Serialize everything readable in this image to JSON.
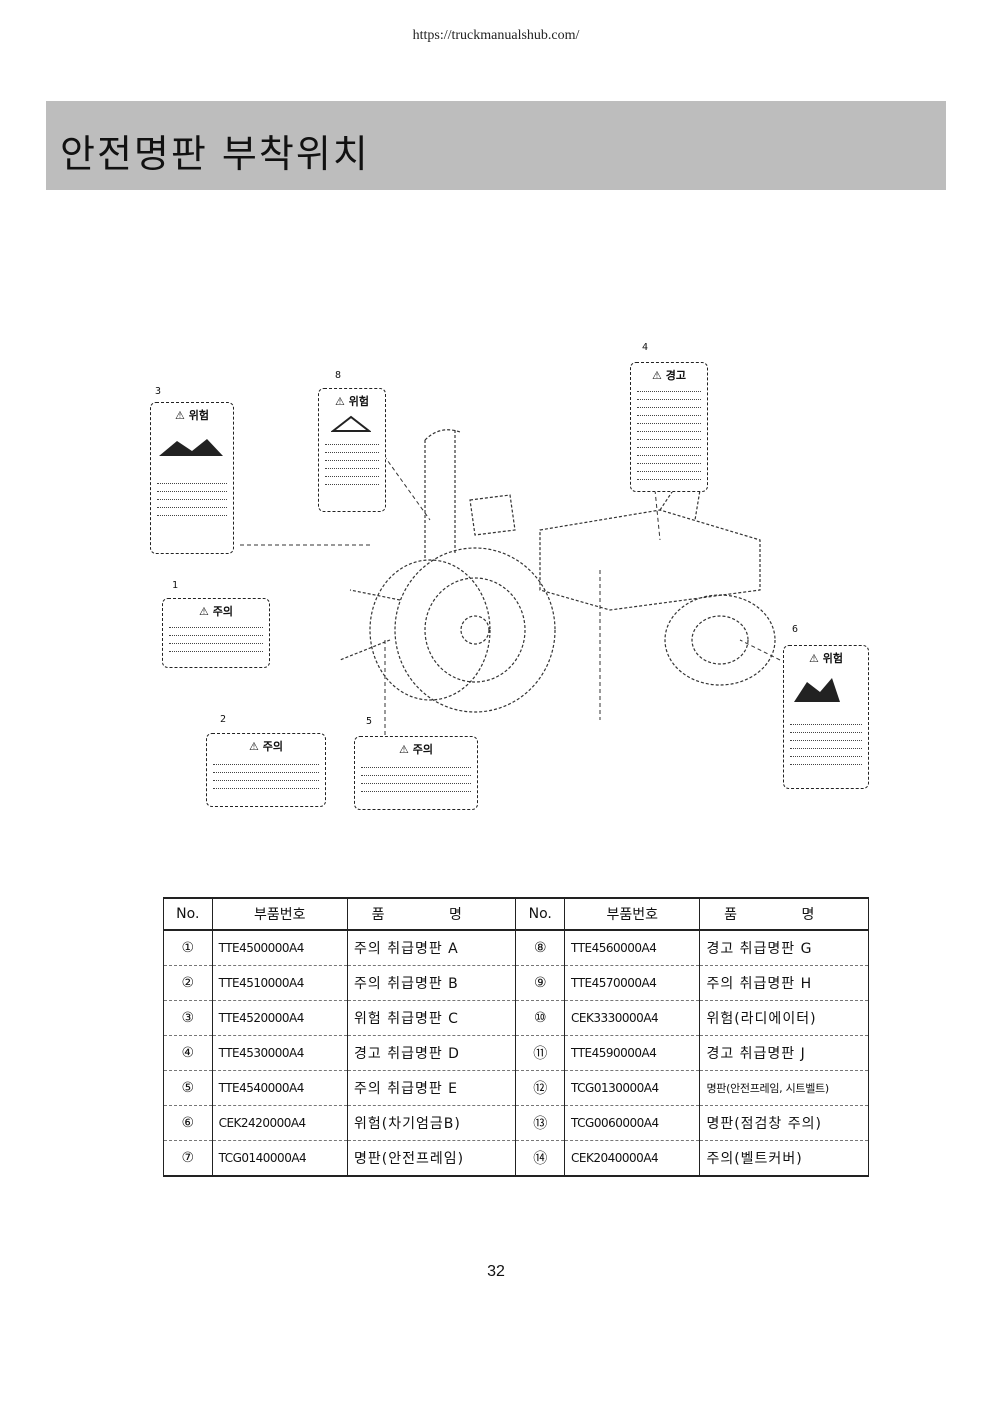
{
  "header": {
    "url": "https://truckmanualshub.com/"
  },
  "title": "안전명판 부착위치",
  "figure": {
    "labels": [
      {
        "num": "3",
        "heading": "⚠ 위험"
      },
      {
        "num": "8",
        "heading": "⚠ 위험"
      },
      {
        "num": "4",
        "heading": "⚠ 경고"
      },
      {
        "num": "1",
        "heading": "⚠ 주의"
      },
      {
        "num": "6",
        "heading": "⚠ 위험"
      },
      {
        "num": "2",
        "heading": "⚠ 주의"
      },
      {
        "num": "5",
        "heading": "⚠ 주의"
      }
    ]
  },
  "table": {
    "headers": {
      "no": "No.",
      "code": "부품번호",
      "name": "품 명"
    },
    "rows": [
      {
        "no1": "①",
        "code1": "TTE4500000A4",
        "name1": "주의 취급명판 A",
        "no2": "⑧",
        "code2": "TTE4560000A4",
        "name2": "경고 취급명판 G"
      },
      {
        "no1": "②",
        "code1": "TTE4510000A4",
        "name1": "주의 취급명판 B",
        "no2": "⑨",
        "code2": "TTE4570000A4",
        "name2": "주의 취급명판 H"
      },
      {
        "no1": "③",
        "code1": "TTE4520000A4",
        "name1": "위험 취급명판 C",
        "no2": "⑩",
        "code2": "CEK3330000A4",
        "name2": "위험(라디에이터)"
      },
      {
        "no1": "④",
        "code1": "TTE4530000A4",
        "name1": "경고 취급명판 D",
        "no2": "⑪",
        "code2": "TTE4590000A4",
        "name2": "경고 취급명판 J"
      },
      {
        "no1": "⑤",
        "code1": "TTE4540000A4",
        "name1": "주의 취급명판 E",
        "no2": "⑫",
        "code2": "TCG0130000A4",
        "name2": "명판(안전프레임, 시트벨트)"
      },
      {
        "no1": "⑥",
        "code1": "CEK2420000A4",
        "name1": "위험(차기엄금B)",
        "no2": "⑬",
        "code2": "TCG0060000A4",
        "name2": "명판(점검창 주의)"
      },
      {
        "no1": "⑦",
        "code1": "TCG0140000A4",
        "name1": "명판(안전프레임)",
        "no2": "⑭",
        "code2": "CEK2040000A4",
        "name2": "주의(벨트커버)"
      }
    ]
  },
  "page_number": "32"
}
